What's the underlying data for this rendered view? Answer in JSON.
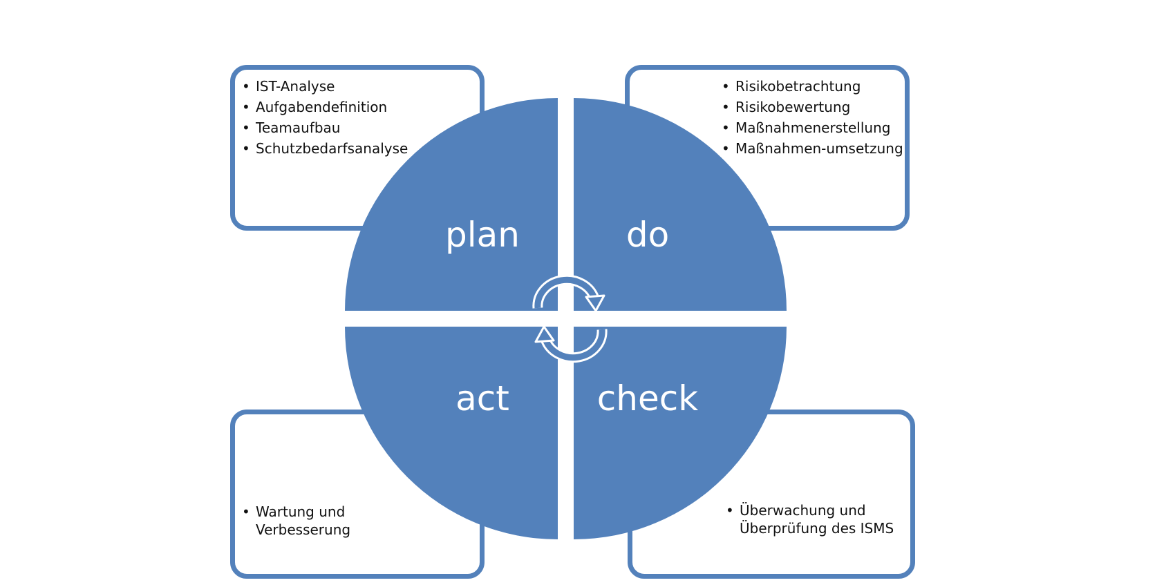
{
  "diagram": {
    "quadrants": [
      {
        "id": "plan",
        "label": "plan"
      },
      {
        "id": "do",
        "label": "do"
      },
      {
        "id": "act",
        "label": "act"
      },
      {
        "id": "check",
        "label": "check"
      }
    ],
    "boxes": {
      "plan": {
        "items": [
          "IST-Analyse",
          "Aufgabendefinition",
          "Teamaufbau",
          "Schutzbedarfsanalyse"
        ]
      },
      "do": {
        "items": [
          "Risikobetrachtung",
          "Risikobewertung",
          "Maßnahmenerstellung",
          "Maßnahmen-umsetzung"
        ]
      },
      "act": {
        "items": [
          "Wartung und Verbesserung"
        ]
      },
      "check": {
        "items": [
          "Überwachung und Überprüfung des ISMS"
        ]
      }
    },
    "colors": {
      "fill": "#5381bb",
      "border": "#5381bb",
      "label": "#ffffff",
      "cycle_arrows": "#5381bb"
    },
    "icons": {
      "center": "cycle-arrows-icon"
    }
  }
}
